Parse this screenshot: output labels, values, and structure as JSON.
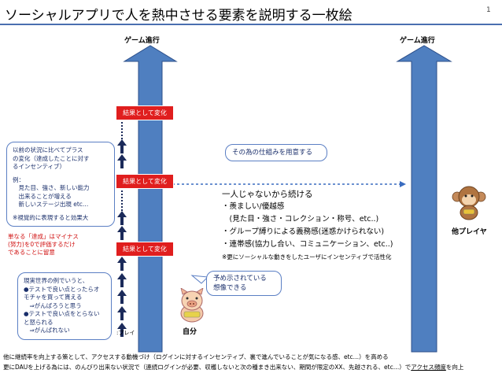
{
  "slide": {
    "title": "ソーシャルアプリで人を熱中させる要素を説明する一枚絵",
    "page_number": "1"
  },
  "axis": {
    "left_label": "ゲーム進行",
    "right_label": "ゲーム進行"
  },
  "steps": [
    "結果として変化",
    "結果として変化",
    "結果として変化"
  ],
  "left_note": {
    "lines": [
      "以前の状況に比べてプラス",
      "の変化（達成したことに対す",
      "るインセンティブ）",
      "",
      "例：",
      "　見た目、強さ、新しい能力",
      "　出来ることが増える",
      "　新しいステージ出現 etc…",
      "",
      "※視覚的に表現すると効果大"
    ]
  },
  "red_note": {
    "lines": [
      "単なる「達成」はマイナス",
      "(努力)を0で評価するだけ",
      "であることに留意"
    ]
  },
  "world_note": {
    "lines": [
      "現実世界の例でいうと、",
      "●テストで良い点とったらオ",
      "モチャを買って貰える",
      "　⇒がんばろうと思う",
      "●テストで良い点をとらない",
      "と怒られる",
      "　⇒がんばれない"
    ]
  },
  "mechanism_box": "その為の仕組みを用意する",
  "predicted_box": {
    "lines": [
      "予め示されている",
      "想像できる"
    ]
  },
  "center_list": {
    "heading": "一人じゃないから続ける",
    "items": [
      "・羨ましい/優越感",
      "　(見た目・強さ・コレクション・称号、etc..)",
      "・グループ縛りによる義務感(迷惑かけられない)",
      "・連帯感(協力し合い、コミュニケーション、etc..)"
    ],
    "note": "※更にソーシャルな動きをしたユーザにインセンティブで活性化"
  },
  "labels": {
    "self": "自分",
    "other_player": "他プレイヤ",
    "play": ":プレイ"
  },
  "footer": {
    "line1": "他に継続率を向上する策として、アクセスする動機づけ（ログインに対するインセンティブ、裏で進んでいることが気になる感、etc…）を高める",
    "line2_prefix": "更にDAUを上げる為には、のんびり出来ない状況で（連続ログインが必要、収穫しないと次の種まき出来ない、期間が限定のXX、先越される、etc…）で",
    "line2_link": "アクセス頻度",
    "line2_suffix": "を向上"
  },
  "colors": {
    "arrow_fill": "#4f7fc0",
    "arrow_stroke": "#2c4f8a",
    "red_box": "#e01e1e",
    "small_arrow": "#1b2a5a",
    "dotted_arrow": "#3a6cc0"
  }
}
